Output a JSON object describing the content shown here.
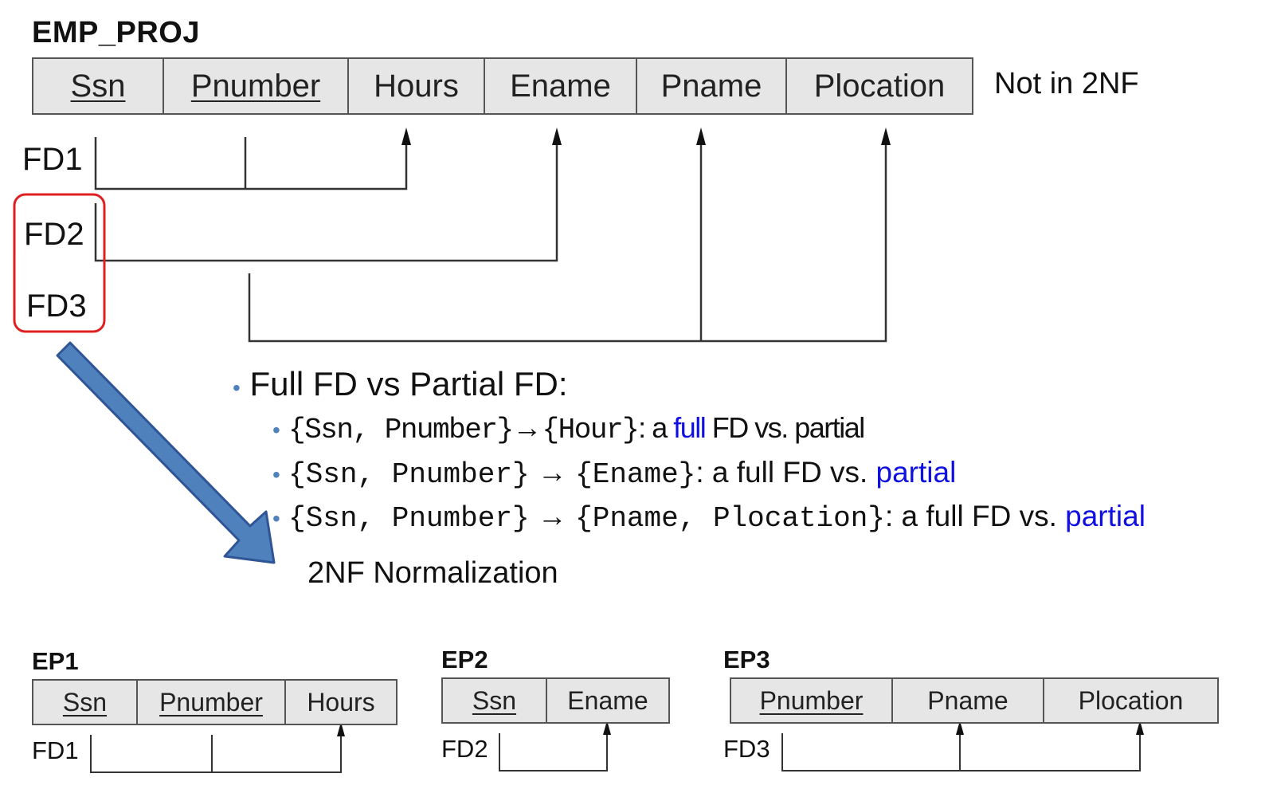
{
  "emp_proj": {
    "title": "EMP_PROJ",
    "attributes": [
      {
        "name": "Ssn",
        "key": true
      },
      {
        "name": "Pnumber",
        "key": true
      },
      {
        "name": "Hours",
        "key": false
      },
      {
        "name": "Ename",
        "key": false
      },
      {
        "name": "Pname",
        "key": false
      },
      {
        "name": "Plocation",
        "key": false
      }
    ],
    "status": "Not in 2NF",
    "fds": [
      "FD1",
      "FD2",
      "FD3"
    ]
  },
  "explanation": {
    "heading": "Full FD vs Partial FD:",
    "items": [
      {
        "lhs": "{Ssn, Pnumber}",
        "arrow": "→",
        "rhs": "{Hour}",
        "sep": ":",
        "text_before": " a ",
        "highlight": "full",
        "text_after": " FD vs. partial"
      },
      {
        "lhs": "{Ssn, Pnumber}",
        "arrow": " → ",
        "rhs": "{Ename}",
        "sep": ":",
        "text_before": " a full FD vs. ",
        "highlight": "partial",
        "text_after": ""
      },
      {
        "lhs": "{Ssn, Pnumber}",
        "arrow": " → ",
        "rhs": "{Pname, Plocation}",
        "sep": ":",
        "text_before": "  a full FD vs. ",
        "highlight": "partial",
        "text_after": ""
      }
    ]
  },
  "normalization_label": "2NF Normalization",
  "ep1": {
    "title": "EP1",
    "attributes": [
      {
        "name": "Ssn",
        "key": true
      },
      {
        "name": "Pnumber",
        "key": true
      },
      {
        "name": "Hours",
        "key": false
      }
    ],
    "fd": "FD1"
  },
  "ep2": {
    "title": "EP2",
    "attributes": [
      {
        "name": "Ssn",
        "key": true
      },
      {
        "name": "Ename",
        "key": false
      }
    ],
    "fd": "FD2"
  },
  "ep3": {
    "title": "EP3",
    "attributes": [
      {
        "name": "Pnumber",
        "key": true
      },
      {
        "name": "Pname",
        "key": false
      },
      {
        "name": "Plocation",
        "key": false
      }
    ],
    "fd": "FD3"
  },
  "colors": {
    "highlight": "#1010e0",
    "arrow_fill": "#4f81bd",
    "arrow_stroke": "#2f5597",
    "fd_box": "#e02020",
    "cell_fill": "#e6e6e6"
  }
}
